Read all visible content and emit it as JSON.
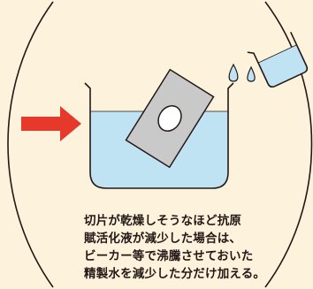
{
  "caption": {
    "lines": [
      "切片が乾燥しそうなほど抗原",
      "賦活化液が減少した場合は、",
      "ビーカー等で沸騰させておいた",
      "精製水を減少した分だけ加える。"
    ]
  },
  "colors": {
    "background": "#fdf3dc",
    "liquid": "#bfe3f2",
    "outline": "#231815",
    "slide": "#c9c9c9",
    "arrow": "#e6392b"
  },
  "icons": {
    "arrow": "red-arrow-icon",
    "slide": "glass-slide-icon",
    "beaker": "beaker-icon",
    "drops": "water-drop-icon"
  }
}
